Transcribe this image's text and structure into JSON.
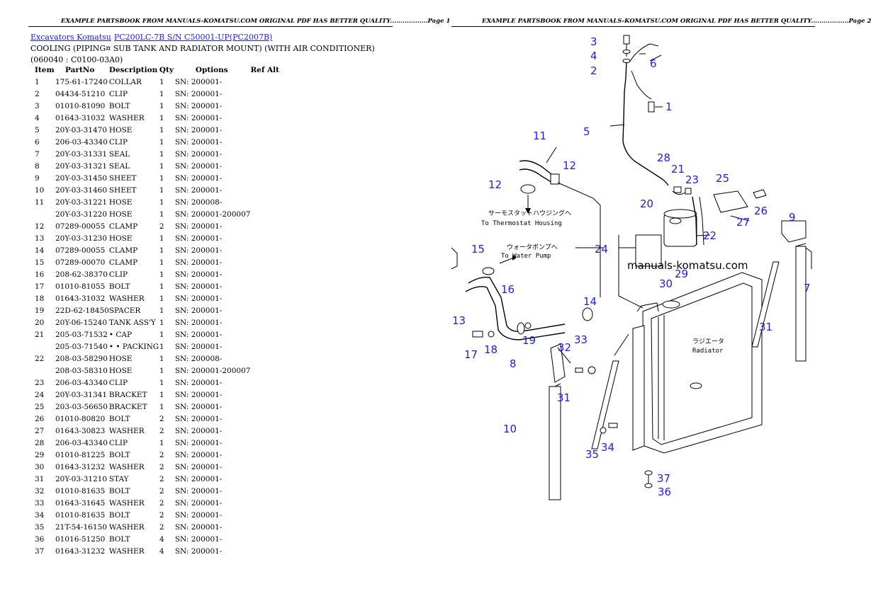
{
  "header": {
    "left": "EXAMPLE PARTSBOOK FROM MANUALS-KOMATSU.COM ORIGINAL PDF HAS BETTER QUALITY..................Page 1",
    "right": "EXAMPLE PARTSBOOK FROM MANUALS-KOMATSU.COM ORIGINAL PDF HAS BETTER QUALITY..................Page 2"
  },
  "breadcrumb": {
    "category": "Excavators Komatsu",
    "model": "PC200LC-7B S/N C50001-UP(PC2007B)"
  },
  "subtitle": "COOLING (PIPING¤ SUB TANK AND RADIATOR MOUNT) (WITH AIR CONDITIONER)(060040 : C0100-03A0)",
  "columns": [
    "Item",
    "PartNo",
    "Description",
    "Qty",
    "Options",
    "Ref Alt"
  ],
  "rows": [
    [
      "1",
      "175-61-17240",
      "COLLAR",
      "1",
      "SN: 200001-"
    ],
    [
      "2",
      "04434-51210",
      "CLIP",
      "1",
      "SN: 200001-"
    ],
    [
      "3",
      "01010-81090",
      "BOLT",
      "1",
      "SN: 200001-"
    ],
    [
      "4",
      "01643-31032",
      "WASHER",
      "1",
      "SN: 200001-"
    ],
    [
      "5",
      "20Y-03-31470",
      "HOSE",
      "1",
      "SN: 200001-"
    ],
    [
      "6",
      "206-03-43340",
      "CLIP",
      "1",
      "SN: 200001-"
    ],
    [
      "7",
      "20Y-03-31331",
      "SEAL",
      "1",
      "SN: 200001-"
    ],
    [
      "8",
      "20Y-03-31321",
      "SEAL",
      "1",
      "SN: 200001-"
    ],
    [
      "9",
      "20Y-03-31450",
      "SHEET",
      "1",
      "SN: 200001-"
    ],
    [
      "10",
      "20Y-03-31460",
      "SHEET",
      "1",
      "SN: 200001-"
    ],
    [
      "11",
      "20Y-03-31221",
      "HOSE",
      "1",
      "SN: 200008-"
    ],
    [
      "",
      "20Y-03-31220",
      "HOSE",
      "1",
      "SN: 200001-200007"
    ],
    [
      "12",
      "07289-00055",
      "CLAMP",
      "2",
      "SN: 200001-"
    ],
    [
      "13",
      "20Y-03-31230",
      "HOSE",
      "1",
      "SN: 200001-"
    ],
    [
      "14",
      "07289-00055",
      "CLAMP",
      "1",
      "SN: 200001-"
    ],
    [
      "15",
      "07289-00070",
      "CLAMP",
      "1",
      "SN: 200001-"
    ],
    [
      "16",
      "208-62-38370",
      "CLIP",
      "1",
      "SN: 200001-"
    ],
    [
      "17",
      "01010-81055",
      "BOLT",
      "1",
      "SN: 200001-"
    ],
    [
      "18",
      "01643-31032",
      "WASHER",
      "1",
      "SN: 200001-"
    ],
    [
      "19",
      "22D-62-18450",
      "SPACER",
      "1",
      "SN: 200001-"
    ],
    [
      "20",
      "20Y-06-15240",
      "TANK ASS'Y",
      "1",
      "SN: 200001-"
    ],
    [
      "21",
      "205-03-71532",
      "• CAP",
      "1",
      "SN: 200001-"
    ],
    [
      "",
      "205-03-71540",
      "• • PACKING",
      "1",
      "SN: 200001-"
    ],
    [
      "22",
      "208-03-58290",
      "HOSE",
      "1",
      "SN: 200008-"
    ],
    [
      "",
      "208-03-58310",
      "HOSE",
      "1",
      "SN: 200001-200007"
    ],
    [
      "23",
      "206-03-43340",
      "CLIP",
      "1",
      "SN: 200001-"
    ],
    [
      "24",
      "20Y-03-31341",
      "BRACKET",
      "1",
      "SN: 200001-"
    ],
    [
      "25",
      "203-03-56650",
      "BRACKET",
      "1",
      "SN: 200001-"
    ],
    [
      "26",
      "01010-80820",
      "BOLT",
      "2",
      "SN: 200001-"
    ],
    [
      "27",
      "01643-30823",
      "WASHER",
      "2",
      "SN: 200001-"
    ],
    [
      "28",
      "206-03-43340",
      "CLIP",
      "1",
      "SN: 200001-"
    ],
    [
      "29",
      "01010-81225",
      "BOLT",
      "2",
      "SN: 200001-"
    ],
    [
      "30",
      "01643-31232",
      "WASHER",
      "2",
      "SN: 200001-"
    ],
    [
      "31",
      "20Y-03-31210",
      "STAY",
      "2",
      "SN: 200001-"
    ],
    [
      "32",
      "01010-81635",
      "BOLT",
      "2",
      "SN: 200001-"
    ],
    [
      "33",
      "01643-31645",
      "WASHER",
      "2",
      "SN: 200001-"
    ],
    [
      "34",
      "01010-81635",
      "BOLT",
      "2",
      "SN: 200001-"
    ],
    [
      "35",
      "21T-54-16150",
      "WASHER",
      "2",
      "SN: 200001-"
    ],
    [
      "36",
      "01016-51250",
      "BOLT",
      "4",
      "SN: 200001-"
    ],
    [
      "37",
      "01643-31232",
      "WASHER",
      "4",
      "SN: 200001-"
    ]
  ],
  "diagram": {
    "watermark": "manuals-komatsu.com",
    "notes": {
      "thermo_jp": "サーモスタットハウジングへ",
      "thermo_en": "To Thermostat Housing",
      "pump_jp": "ウォータポンプへ",
      "pump_en": "To Water Pump",
      "radiator_jp": "ラジエータ",
      "radiator_en": "Radiator"
    },
    "callouts": [
      "3",
      "4",
      "2",
      "6",
      "1",
      "5",
      "11",
      "12",
      "12",
      "28",
      "21",
      "23",
      "25",
      "20",
      "26",
      "27",
      "22",
      "9",
      "24",
      "15",
      "29",
      "30",
      "7",
      "16",
      "14",
      "13",
      "31",
      "33",
      "17",
      "18",
      "19",
      "32",
      "8",
      "31",
      "10",
      "35",
      "34",
      "37",
      "36"
    ]
  }
}
